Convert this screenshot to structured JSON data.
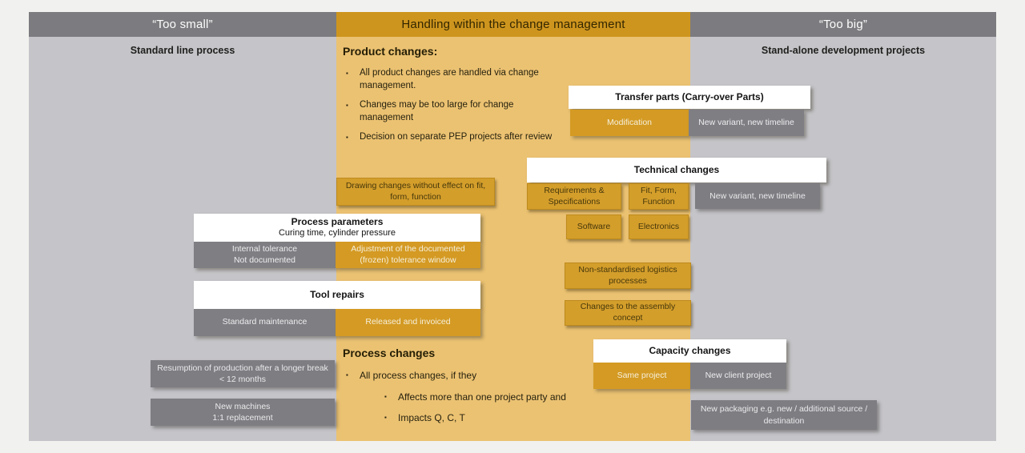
{
  "slide": {
    "bands": {
      "too_small": "“Too small”",
      "center": "Handling within the change management",
      "too_big": "“Too big”"
    },
    "left_label": "Standard line process",
    "right_label": "Stand-alone development projects"
  },
  "product_changes": {
    "title": "Product changes:",
    "bullets": [
      "All product changes are handled via change management.",
      "Changes may be too large for change management",
      "Decision on separate PEP projects after review"
    ]
  },
  "process_changes": {
    "title": "Process changes",
    "bullet": "All process changes, if they",
    "sub_bullets": [
      "Affects more than one project party and",
      "Impacts Q, C, T"
    ]
  },
  "boxes": {
    "transfer_parts": {
      "title": "Transfer parts (Carry-over Parts)",
      "left_cell": "Modification",
      "right_cell": "New variant, new timeline"
    },
    "technical_changes": {
      "title": "Technical changes",
      "requirements": "Requirements & Specifications",
      "fit_form": "Fit, Form, Function",
      "software": "Software",
      "electronics": "Electronics",
      "right_cell": "New variant, new timeline"
    },
    "process_parameters": {
      "title": "Process parameters",
      "subtitle": "Curing time, cylinder pressure",
      "left_cell": "Internal tolerance\nNot documented",
      "right_cell": "Adjustment of the documented (frozen) tolerance window"
    },
    "tool_repairs": {
      "title": "Tool repairs",
      "left_cell": "Standard maintenance",
      "right_cell": "Released and invoiced"
    },
    "capacity_changes": {
      "title": "Capacity changes",
      "left_cell": "Same project",
      "right_cell": "New client project"
    },
    "drawing_changes": "Drawing changes without effect on fit, form, function",
    "logistics": "Non-standardised logistics processes",
    "assembly": "Changes to the assembly concept",
    "resumption": "Resumption of production after a longer break < 12 months",
    "new_machines": "New machines\n1:1 replacement",
    "new_packaging": "New packaging e.g. new / additional source / destination"
  },
  "colors": {
    "band_gray": "#7c7b7f",
    "band_orange": "#ce951e",
    "panel_gray": "#c5c4c8",
    "panel_tan": "#ebc272",
    "box_orange": "#d49e2b",
    "box_gray": "#7f7e83",
    "white_box": "#ffffff",
    "page_background": "#f1f1ef"
  }
}
